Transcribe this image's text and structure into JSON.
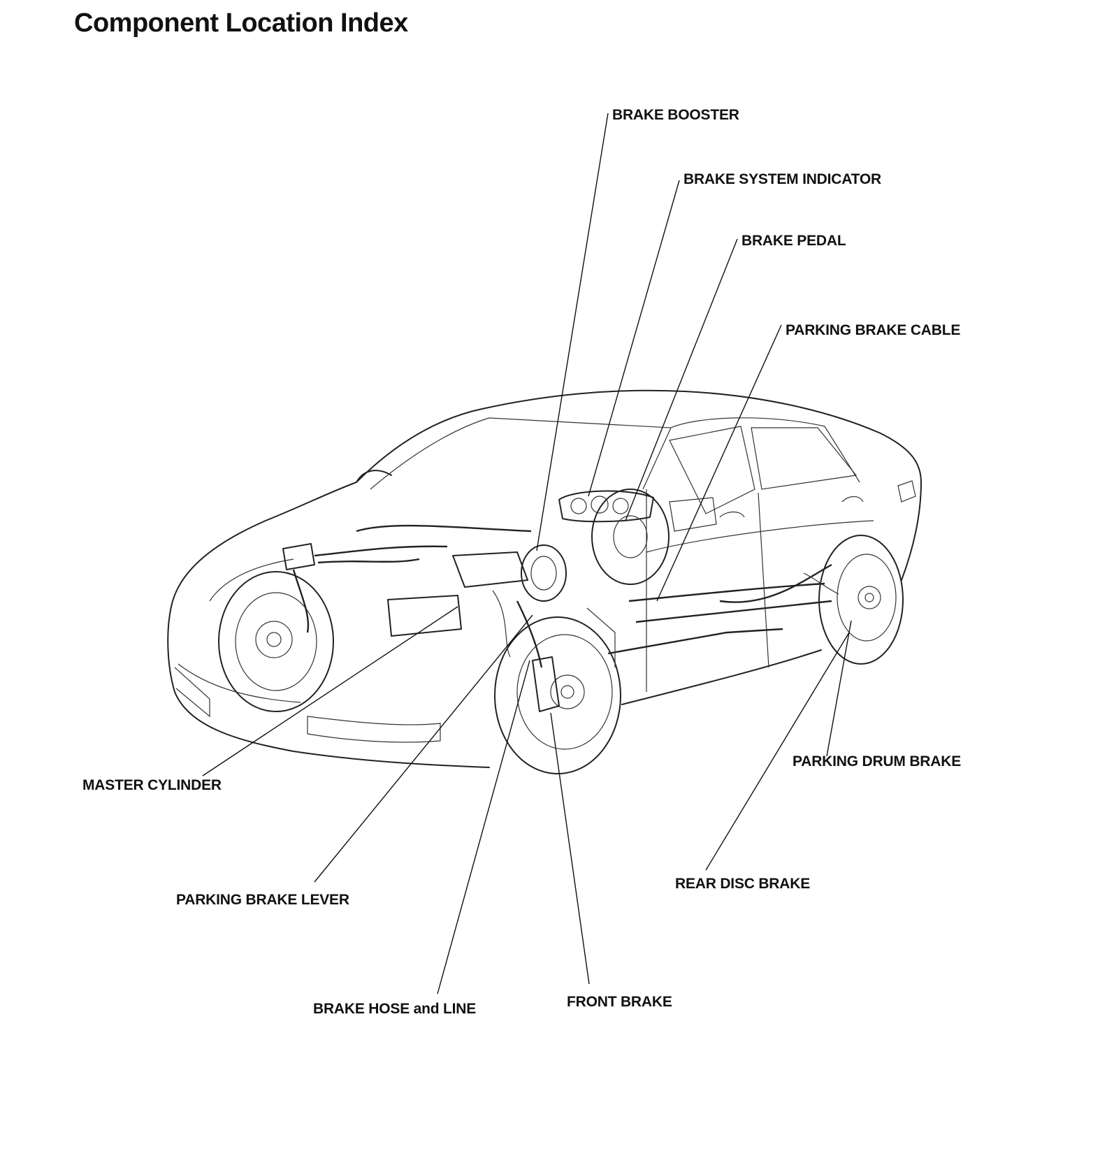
{
  "title": "Component Location Index",
  "labels": {
    "brake_booster": "BRAKE BOOSTER",
    "brake_system_indicator": "BRAKE SYSTEM INDICATOR",
    "brake_pedal": "BRAKE PEDAL",
    "parking_brake_cable": "PARKING BRAKE CABLE",
    "parking_drum_brake": "PARKING DRUM BRAKE",
    "master_cylinder": "MASTER CYLINDER",
    "rear_disc_brake": "REAR DISC BRAKE",
    "parking_brake_lever": "PARKING BRAKE LEVER",
    "brake_hose_and_line": "BRAKE HOSE and LINE",
    "front_brake": "FRONT BRAKE"
  }
}
